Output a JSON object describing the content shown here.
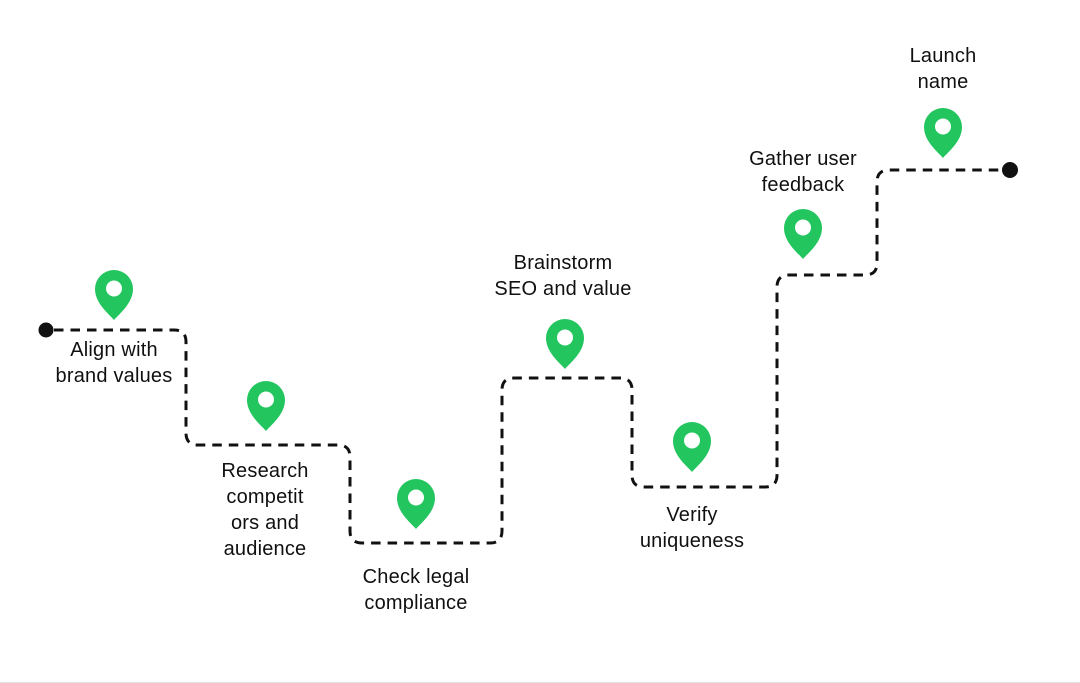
{
  "diagram": {
    "type": "journey-roadmap",
    "colors": {
      "pin_green": "#22c55e",
      "pin_hole": "#ffffff",
      "path_line": "#111111",
      "label_text": "#101010",
      "background": "#ffffff"
    },
    "endpoints": {
      "start": "path-start-dot",
      "end": "path-end-dot"
    },
    "steps": [
      {
        "lines": [
          "Align with",
          "brand values"
        ]
      },
      {
        "lines": [
          "Research",
          "competit",
          "ors and",
          "audience"
        ]
      },
      {
        "lines": [
          "Check legal",
          "compliance"
        ]
      },
      {
        "lines": [
          "Brainstorm",
          "SEO and value"
        ]
      },
      {
        "lines": [
          "Verify",
          "uniqueness"
        ]
      },
      {
        "lines": [
          "Gather user",
          "feedback"
        ]
      },
      {
        "lines": [
          "Launch",
          "name"
        ]
      }
    ]
  }
}
